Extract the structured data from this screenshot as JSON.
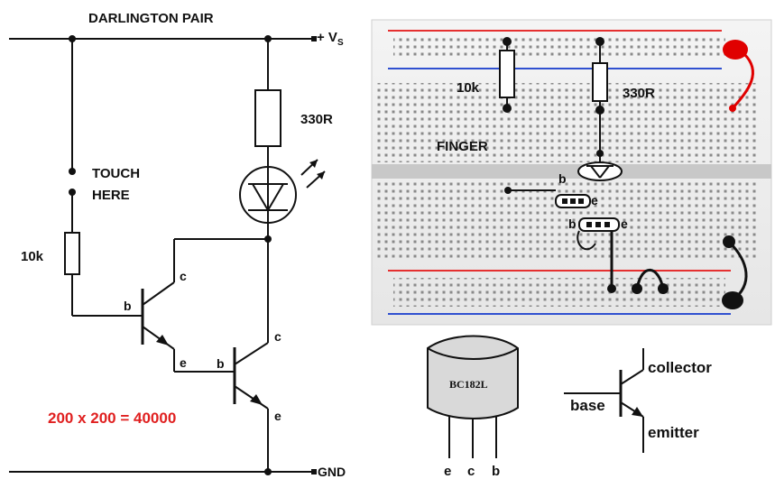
{
  "schematic": {
    "title": "DARLINGTON PAIR",
    "supply_label": "+ V",
    "supply_sub": "S",
    "ground_label": "GND",
    "touch_label_1": "TOUCH",
    "touch_label_2": "HERE",
    "resistor_base": "10k",
    "resistor_led": "330R",
    "t1_collector": "c",
    "t1_base": "b",
    "t1_emitter": "e",
    "t2_collector": "c",
    "t2_base": "b",
    "t2_emitter": "e",
    "gain_formula": "200 x 200 = 40000",
    "gain_color": "#e02020"
  },
  "breadboard": {
    "resistor_base": "10k",
    "resistor_led": "330R",
    "finger_label": "FINGER",
    "t1_base": "b",
    "t1_emitter": "e",
    "t2_base": "b",
    "t2_emitter": "e",
    "rail_red": "#e53030",
    "rail_blue": "#3050d0"
  },
  "package": {
    "marking": "BC182L",
    "pins": [
      "e",
      "c",
      "b"
    ]
  },
  "symbol": {
    "collector": "collector",
    "base": "base",
    "emitter": "emitter"
  }
}
